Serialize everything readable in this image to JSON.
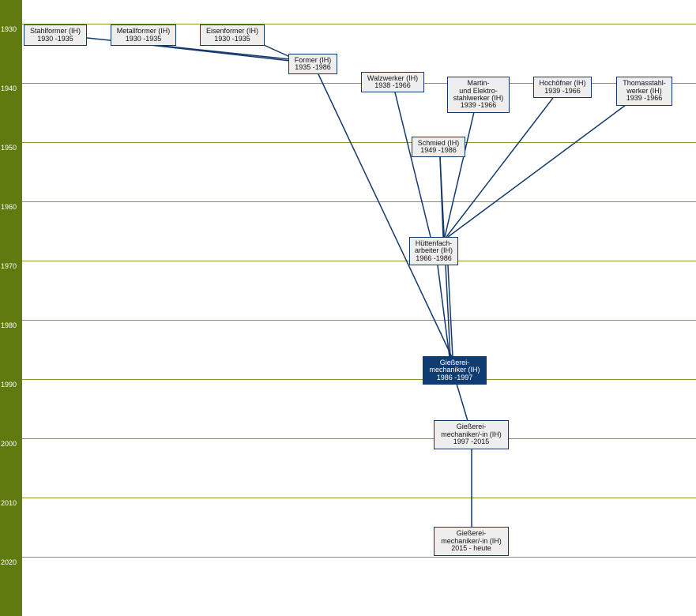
{
  "colors": {
    "sidebar": "#5f7a0f",
    "gridline": "#8a9a2a",
    "link": "#14386a",
    "highlight": "#0f3d73",
    "node_bg": "#eeeeee"
  },
  "years": [
    "1930",
    "1940",
    "1950",
    "1960",
    "1970",
    "1980",
    "1990",
    "2000",
    "2010",
    "2020"
  ],
  "nodes": {
    "stahlformer": {
      "lines": [
        "Stahlformer (IH)",
        "1930 -1935"
      ]
    },
    "metallformer": {
      "lines": [
        "Metallformer (IH)",
        "1930 -1935"
      ]
    },
    "eisenformer": {
      "lines": [
        "Eisenformer (IH)",
        "1930 -1935"
      ]
    },
    "former": {
      "lines": [
        "Former (IH)",
        "1935 -1986"
      ]
    },
    "walzwerker": {
      "lines": [
        "Walzwerker (IH)",
        "1938 -1966"
      ]
    },
    "martin": {
      "lines": [
        "Martin-",
        "und Elektro-",
        "stahlwerker (IH)",
        "1939 -1966"
      ]
    },
    "hochofner": {
      "lines": [
        "Hochöfner (IH)",
        "1939 -1966"
      ]
    },
    "thomas": {
      "lines": [
        "Thomasstahl-",
        "werker (IH)",
        "1939 -1966"
      ]
    },
    "schmied": {
      "lines": [
        "Schmied (IH)",
        "1949 -1986"
      ]
    },
    "huetten": {
      "lines": [
        "Hüttenfach-",
        "arbeiter (IH)",
        "1966 -1986"
      ]
    },
    "giess1986": {
      "lines": [
        "Gießerei-",
        "mechaniker (IH)",
        "1986 -1997"
      ]
    },
    "giess1997": {
      "lines": [
        "Gießerei-",
        "mechaniker/-in (IH)",
        "1997 -2015"
      ]
    },
    "giess2015": {
      "lines": [
        "Gießerei-",
        "mechaniker/-in (IH)",
        "2015 - heute"
      ]
    }
  }
}
